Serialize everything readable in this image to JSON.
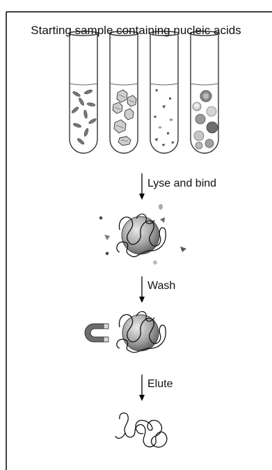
{
  "figure": {
    "title": "Starting sample containing nucleic acids",
    "steps": [
      {
        "label": "Lyse and bind"
      },
      {
        "label": "Wash"
      },
      {
        "label": "Elute"
      }
    ]
  },
  "colors": {
    "frame": "#000000",
    "tube_outline": "#333333",
    "bead_light": "#e8e8e8",
    "bead_dark": "#5a5a5a",
    "magnet": "#6d6d6d",
    "debris": "#777777"
  }
}
